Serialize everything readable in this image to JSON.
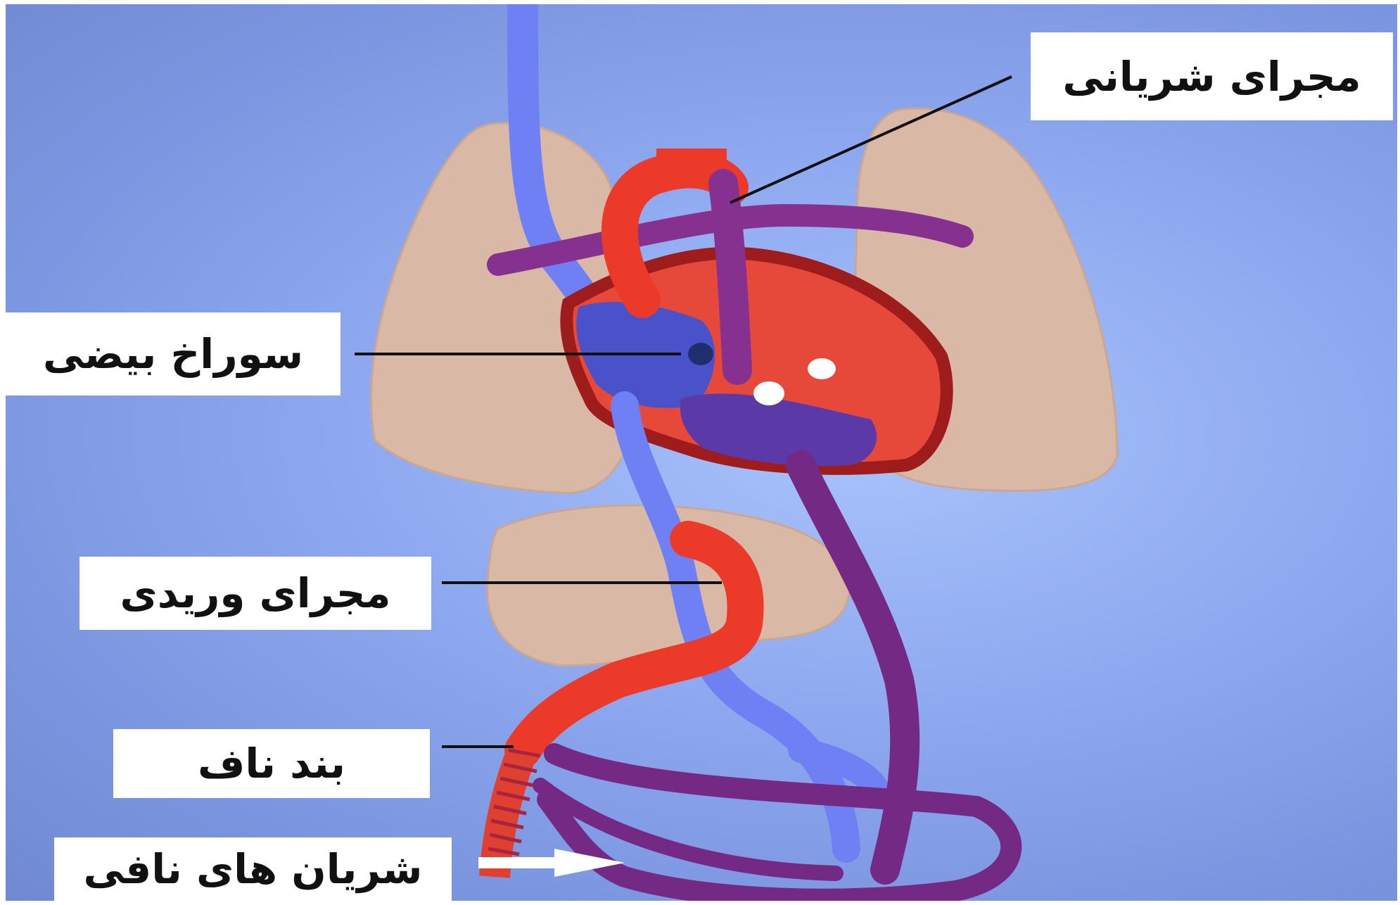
{
  "labels": {
    "ductus_arteriosus": "مجرای شریانی",
    "foramen_ovale": "سوراخ بیضی",
    "ductus_venosus": "مجرای وریدی",
    "umbilical_cord": "بند ناف",
    "umbilical_arteries": "شریان های نافی"
  },
  "colors": {
    "background": "#8ba6ee",
    "lung": "#d8b9a6",
    "vein_blue": "#6f7ff4",
    "artery_red": "#ec3a2a",
    "mixed_purple": "#7f2f8c",
    "heart_outline": "#a81e1e"
  }
}
